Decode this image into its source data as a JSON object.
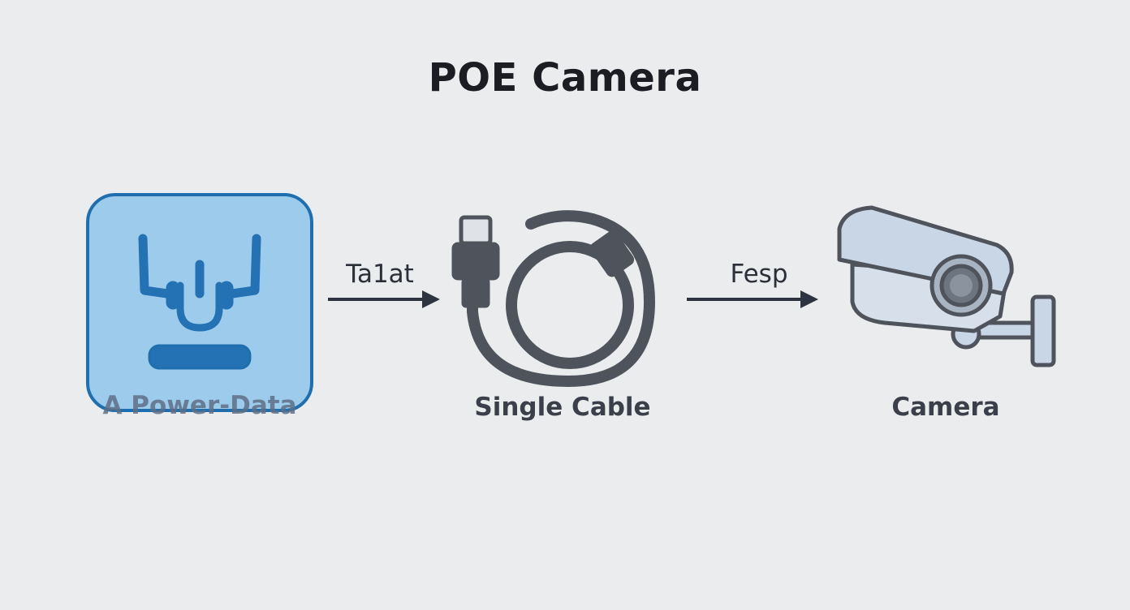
{
  "title": "POE Camera",
  "nodes": {
    "source": {
      "label": "A Power-Data",
      "icon": "power-data-injector-icon",
      "fill": "#9ccbec",
      "border": "#1f6fae"
    },
    "cable": {
      "label": "Single Cable",
      "icon": "ethernet-cable-icon",
      "stroke": "#4f545c"
    },
    "camera": {
      "label": "Camera",
      "icon": "security-camera-icon",
      "fill": "#c8d6e6",
      "stroke": "#4f545c"
    }
  },
  "edges": [
    {
      "from": "source",
      "to": "cable",
      "label": "Ta1at"
    },
    {
      "from": "cable",
      "to": "camera",
      "label": "Fesp"
    }
  ],
  "colors": {
    "background": "#ebecee",
    "arrow": "#2e3340",
    "title": "#1b1d22"
  }
}
